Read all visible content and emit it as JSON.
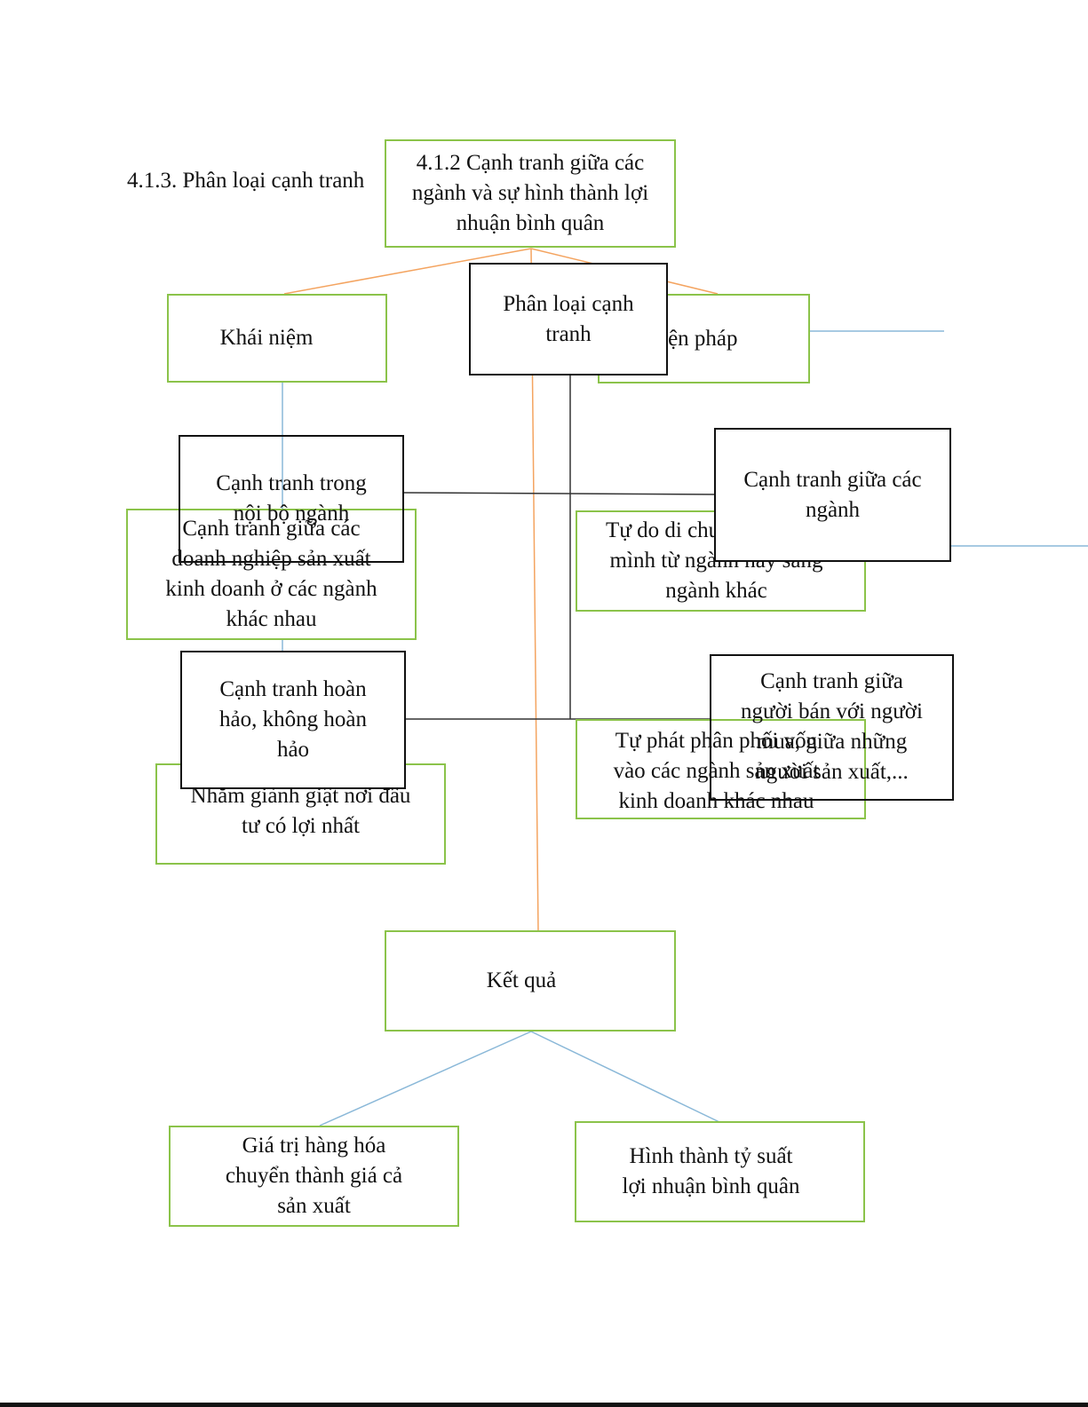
{
  "heading": "4.1.3. Phân loại cạnh tranh",
  "nodes": {
    "root": "4.1.2 Cạnh tranh giữa các\nngành và sự hình thành lợi\nnhuận bình quân",
    "khai_niem": "Khái niệm",
    "bien_phap": "Biện pháp",
    "phan_loai": "Phân loại cạnh\ntranh",
    "khai_niem_detail": "Cạnh tranh giữa các\ndoanh nghiệp sản xuất\nkinh doanh ở các ngành\nkhác nhau",
    "muc_dich": "Nhằm giành giật nơi đầu\ntư có lợi nhất",
    "bien_phap_1": "Tự do di chuyển vốn của\nmình từ ngành này sang\nngành khác",
    "bien_phap_2": "Tự phát phân phối vốn\nvào các ngành sản xuất\nkinh doanh khác nhau",
    "noi_bo_nganh": "Cạnh tranh trong\nnội bộ ngành",
    "giua_cac_nganh": "Cạnh tranh giữa các\nngành",
    "hoan_hao": "Cạnh tranh hoàn\nhảo, không hoàn\nhảo",
    "ban_mua": "Cạnh tranh giữa\nngười bán với người\nmua, giữa những\nngười sản xuất,...",
    "ket_qua": "Kết quả",
    "gia_tri": "Giá trị hàng hóa\nchuyển thành giá cả\nsản xuất",
    "ty_suat": "Hình thành tỷ suất\nlợi nhuận bình quân"
  },
  "colors": {
    "green_border": "#8bc34a",
    "black_border": "#111111",
    "orange_line": "#f4a460",
    "blue_line": "#8ab8d8",
    "dark_line": "#333333"
  }
}
